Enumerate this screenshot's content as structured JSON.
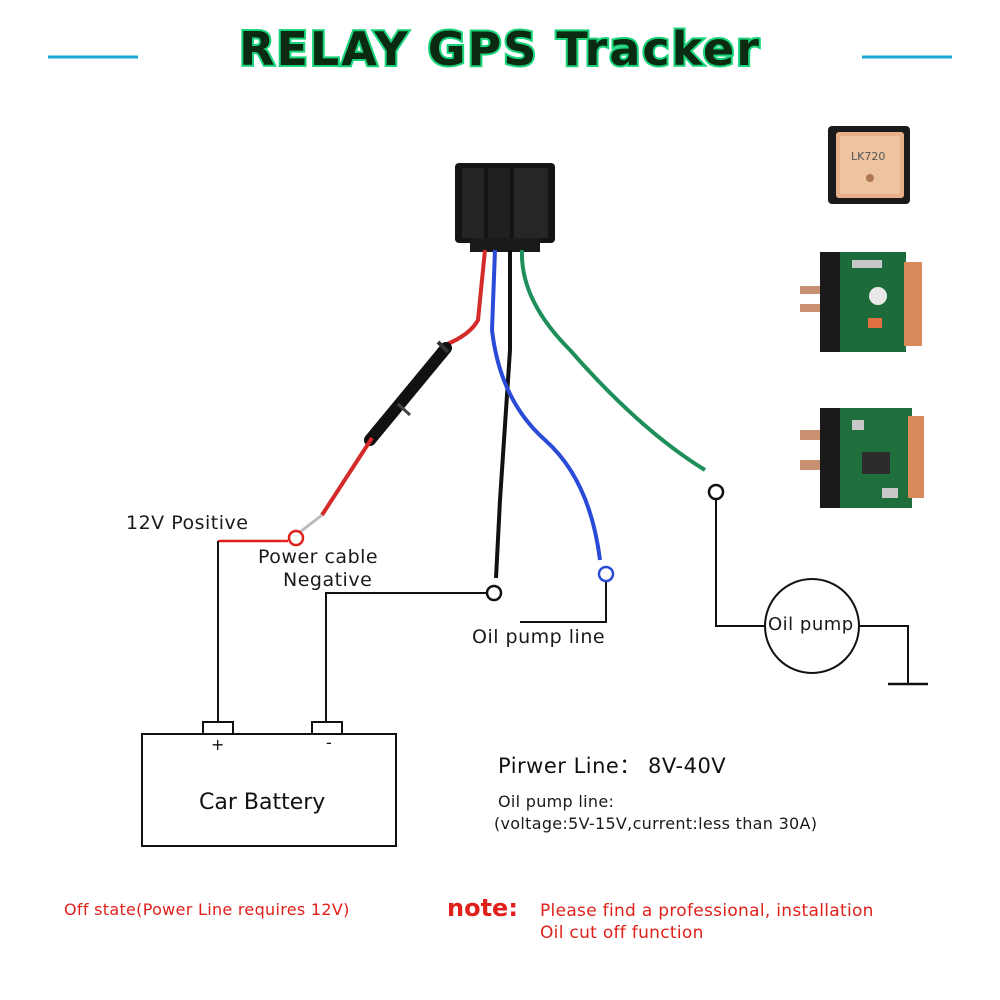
{
  "title": "RELAY GPS Tracker",
  "labels": {
    "positive": "12V Positive",
    "power_cable": "Power cable",
    "negative": "Negative",
    "oil_pump_line": "Oil pump line",
    "oil_pump": "Oil pump",
    "battery": "Car Battery",
    "battery_plus": "+",
    "battery_minus": "-",
    "module_label": "LK720"
  },
  "specs": {
    "power_line": "Pirwer Line： 8V-40V",
    "oil_line_title": "Oil pump line:",
    "oil_line_detail": "(voltage:5V-15V,current:less than 30A)"
  },
  "footer": {
    "off_state": "Off state(Power Line requires 12V)",
    "note_label": "note:",
    "note_line1": "Please find a professional,  installation",
    "note_line2": "Oil cut off function"
  },
  "colors": {
    "title_outline": "#19d47a",
    "title_fill": "#0b2a12",
    "accent_line": "#1aa7d8",
    "wire_red": "#d42a2a",
    "wire_blue": "#2a4bd8",
    "wire_green": "#1e8f5a",
    "wire_black": "#111111",
    "note_red": "#e0201b",
    "pcb_green": "#1d6b3a",
    "gps_orange": "#d98a5a"
  },
  "icons": [
    "relay-connector-icon",
    "fuse-icon",
    "gps-module-icon",
    "relay-board-icon",
    "ground-symbol-icon"
  ]
}
